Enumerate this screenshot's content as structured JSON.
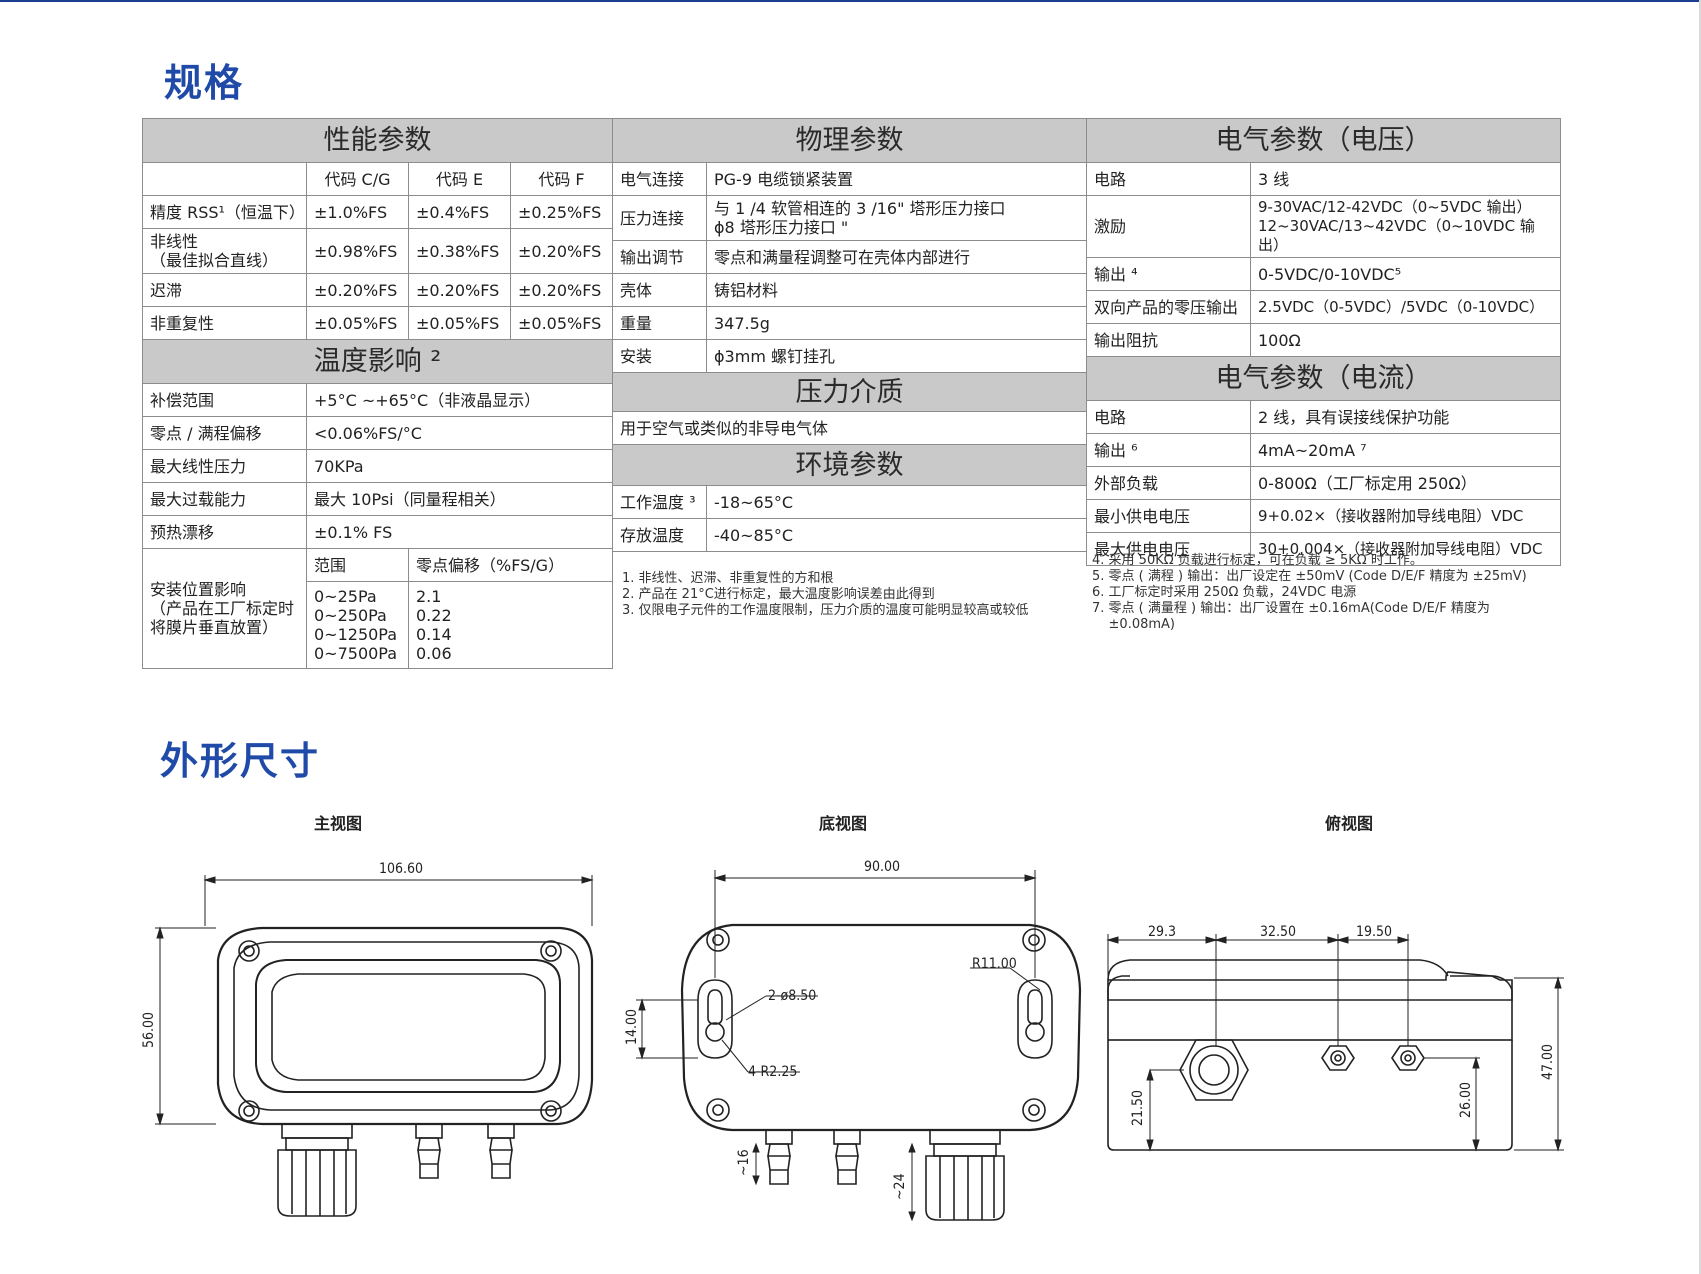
{
  "spec_title": "规格",
  "dims_title": "外形尺寸",
  "perf": {
    "header": "性能参数",
    "col1": "代码 C/G",
    "col2": "代码 E",
    "col3": "代码 F",
    "rows": [
      {
        "label": "精度 RSS¹（恒温下）",
        "v1": "±1.0%FS",
        "v2": "±0.4%FS",
        "v3": "±0.25%FS"
      },
      {
        "label": "非线性\n（最佳拟合直线）",
        "v1": "±0.98%FS",
        "v2": "±0.38%FS",
        "v3": "±0.20%FS"
      },
      {
        "label": "迟滞",
        "v1": "±0.20%FS",
        "v2": "±0.20%FS",
        "v3": "±0.20%FS"
      },
      {
        "label": "非重复性",
        "v1": "±0.05%FS",
        "v2": "±0.05%FS",
        "v3": "±0.05%FS"
      }
    ]
  },
  "temp": {
    "header": "温度影响 ²",
    "rows": [
      {
        "label": "补偿范围",
        "value": "+5°C ~+65°C（非液晶显示）"
      },
      {
        "label": "零点 / 满程偏移",
        "value": "<0.06%FS/°C"
      },
      {
        "label": "最大线性压力",
        "value": "70KPa"
      },
      {
        "label": "最大过载能力",
        "value": "最大 10Psi（同量程相关）"
      },
      {
        "label": "预热漂移",
        "value": "±0.1% FS"
      }
    ],
    "mount_label": "安装位置影响\n（产品在工厂标定时\n将膜片垂直放置）",
    "mount_col1": "范围",
    "mount_col2": "零点偏移（%FS/G）",
    "mount_ranges": "0~25Pa\n0~250Pa\n0~1250Pa\n0~7500Pa",
    "mount_values": "2.1\n0.22\n0.14\n0.06"
  },
  "phys": {
    "header": "物理参数",
    "rows": [
      {
        "label": "电气连接",
        "value": "PG-9 电缆锁紧装置"
      },
      {
        "label": "压力连接",
        "value": "与 1 /4 软管相连的 3 /16\" 塔形压力接口\n ϕ8 塔形压力接口 \""
      },
      {
        "label": "输出调节",
        "value": "零点和满量程调整可在壳体内部进行"
      },
      {
        "label": "壳体",
        "value": "铸铝材料"
      },
      {
        "label": "重量",
        "value": "347.5g"
      },
      {
        "label": "安装",
        "value": "ϕ3mm 螺钉挂孔"
      }
    ]
  },
  "medium": {
    "header": "压力介质",
    "text": "用于空气或类似的非导电气体"
  },
  "env": {
    "header": "环境参数",
    "rows": [
      {
        "label": "工作温度 ³",
        "value": "-18~65°C"
      },
      {
        "label": "存放温度",
        "value": "-40~85°C"
      }
    ]
  },
  "notes_mid": [
    "1. 非线性、迟滞、非重复性的方和根",
    "2. 产品在 21°C进行标定，最大温度影响误差由此得到",
    "3. 仅限电子元件的工作温度限制，压力介质的温度可能明显较高或较低"
  ],
  "volt": {
    "header": "电气参数（电压）",
    "rows": [
      {
        "label": "电路",
        "value": "3 线"
      },
      {
        "label": "激励",
        "value": "9-30VAC/12-42VDC（0~5VDC 输出）\n12~30VAC/13~42VDC（0~10VDC 输出）"
      },
      {
        "label": "输出 ⁴",
        "value": "0-5VDC/0-10VDC⁵"
      },
      {
        "label": "双向产品的零压输出",
        "value": "2.5VDC（0-5VDC）/5VDC（0-10VDC）"
      },
      {
        "label": "输出阻抗",
        "value": "100Ω"
      }
    ]
  },
  "curr": {
    "header": "电气参数（电流）",
    "rows": [
      {
        "label": "电路",
        "value": "2 线，具有误接线保护功能"
      },
      {
        "label": "输出 ⁶",
        "value": "4mA~20mA ⁷"
      },
      {
        "label": "外部负载",
        "value": "0-800Ω（工厂标定用 250Ω）"
      },
      {
        "label": "最小供电电压",
        "value": "9+0.02×（接收器附加导线电阻）VDC"
      },
      {
        "label": "最大供电电压",
        "value": "30+0.004×（接收器附加导线电阻）VDC"
      }
    ]
  },
  "notes_right": [
    "4. 采用 50KΩ 负载进行标定，可在负载 ≥ 5KΩ 时工作。",
    "5. 零点 ( 满程 ) 输出：出厂设定在 ±50mV (Code D/E/F 精度为 ±25mV)",
    "6. 工厂标定时采用 250Ω 负载，24VDC 电源",
    "7. 零点 ( 满量程 ) 输出：出厂设置在 ±0.16mA(Code D/E/F 精度为",
    "    ±0.08mA)"
  ],
  "views": {
    "front": {
      "title": "主视图",
      "width": "106.60",
      "height": "56.00"
    },
    "bottom": {
      "title": "底视图",
      "width": "90.00",
      "hole": "2-ø8.50",
      "radius": "R11.00",
      "slot_radius": "4-R2.25",
      "slot_height": "14.00",
      "port_len": "~16",
      "gland_len": "~24"
    },
    "top": {
      "title": "俯视图",
      "d1": "29.3",
      "d2": "32.50",
      "d3": "19.50",
      "h_total": "47.00",
      "h_gland": "21.50",
      "h_port": "26.00"
    }
  }
}
